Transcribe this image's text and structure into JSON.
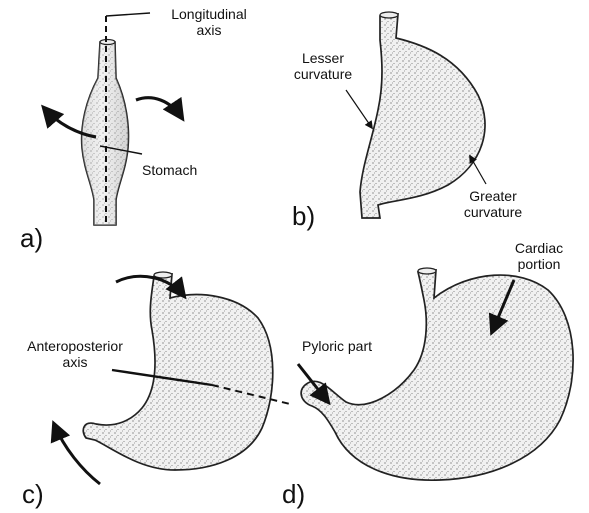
{
  "panels": {
    "a": "a)",
    "b": "b)",
    "c": "c)",
    "d": "d)"
  },
  "labels": {
    "longitudinal_line1": "Longitudinal",
    "longitudinal_line2": "axis",
    "stomach": "Stomach",
    "lesser_line1": "Lesser",
    "lesser_line2": "curvature",
    "greater_line1": "Greater",
    "greater_line2": "curvature",
    "cardiac_line1": "Cardiac",
    "cardiac_line2": "portion",
    "antero_line1": "Anteroposterior",
    "antero_line2": "axis",
    "pyloric": "Pyloric part"
  }
}
